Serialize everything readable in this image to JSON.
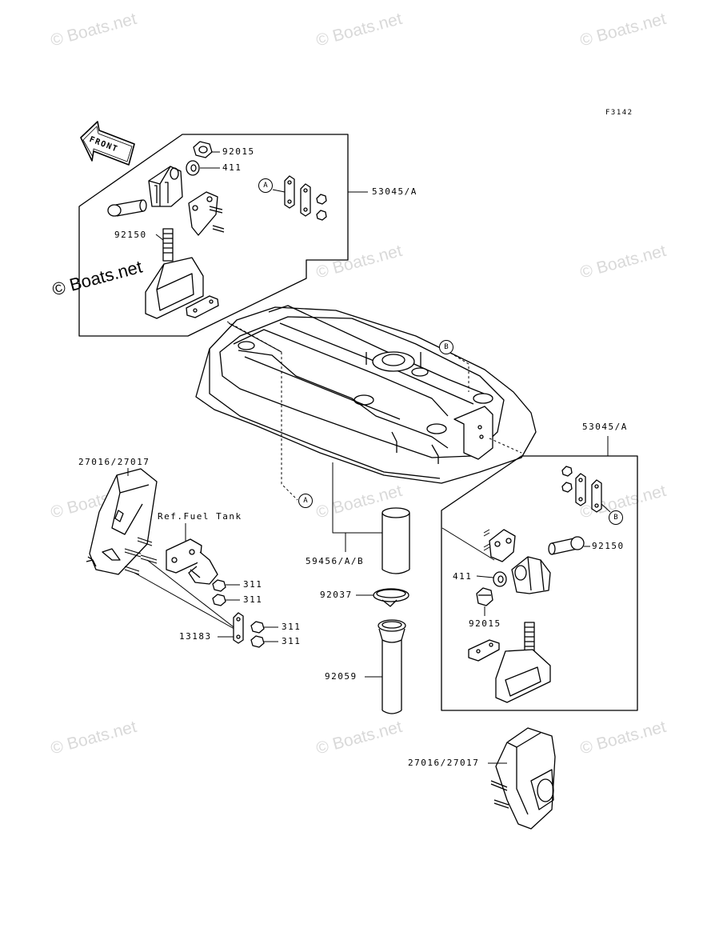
{
  "figure_code": "F3142",
  "front_label": "FRONT",
  "ref_label": "Ref.Fuel Tank",
  "watermark": "© Boats.net",
  "callouts": {
    "a": "A",
    "b": "B"
  },
  "parts": {
    "p92015_top": "92015",
    "p411_top": "411",
    "p53045_top": "53045/A",
    "p92150_top": "92150",
    "p27016_left": "27016/27017",
    "p53045_right": "53045/A",
    "p92150_right": "92150",
    "p411_right": "411",
    "p92015_right": "92015",
    "p59456": "59456/A/B",
    "p92037": "92037",
    "p92059": "92059",
    "p311_1": "311",
    "p311_2": "311",
    "p311_3": "311",
    "p311_4": "311",
    "p13183": "13183",
    "p27016_bottom": "27016/27017"
  }
}
